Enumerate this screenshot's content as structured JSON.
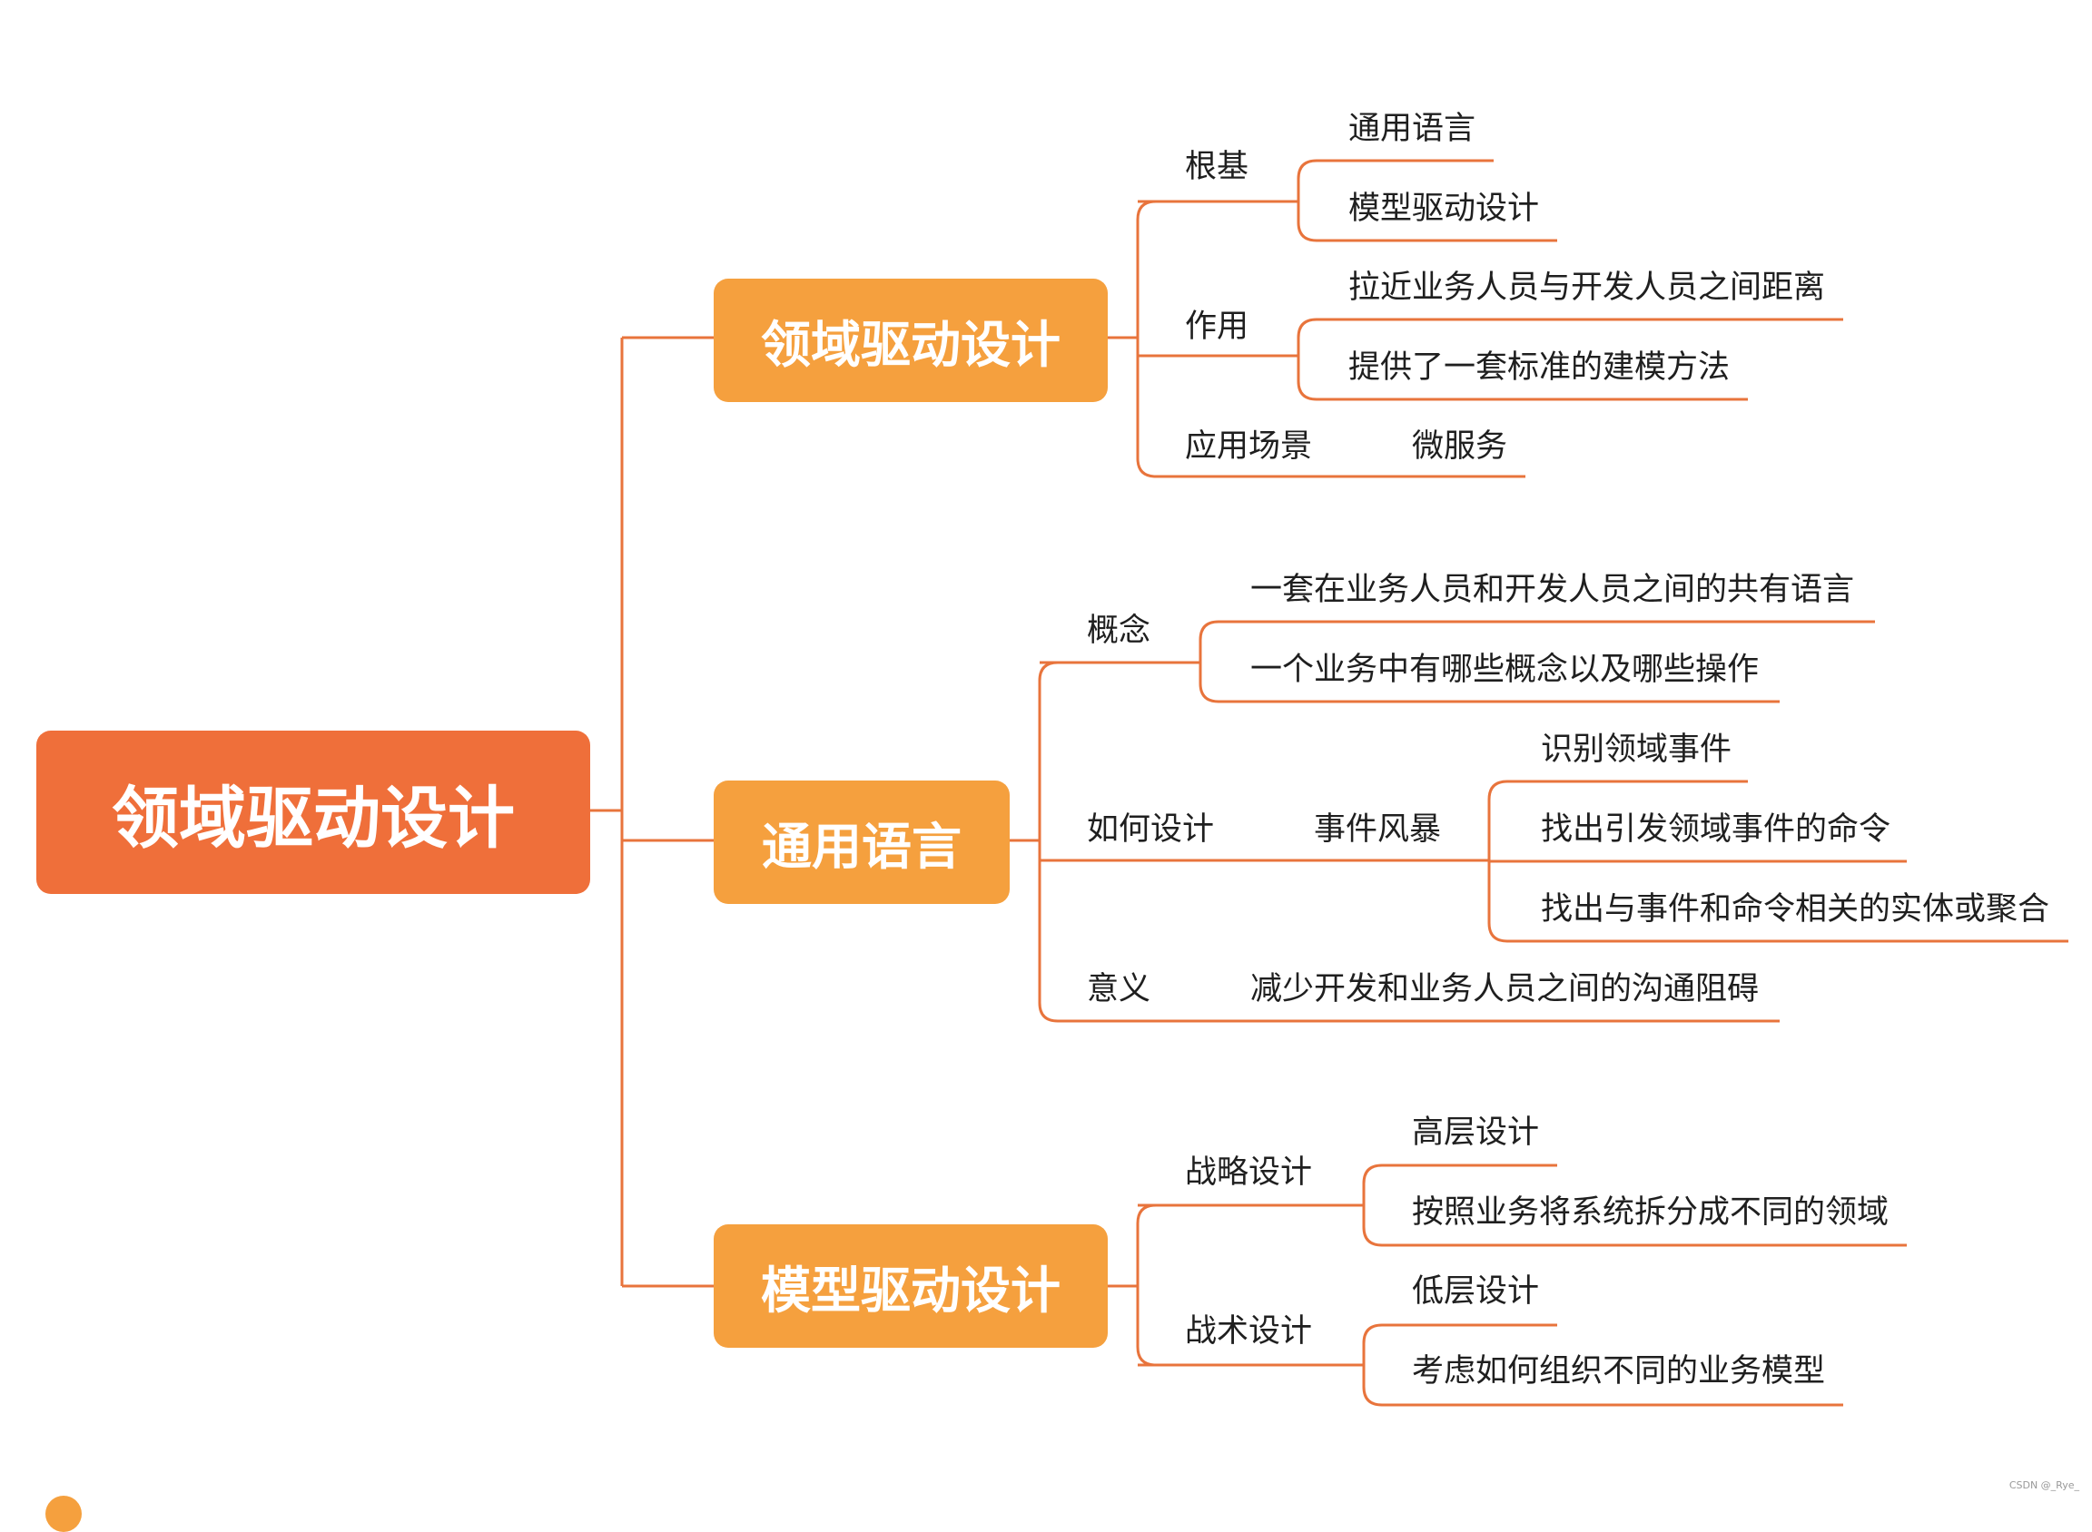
{
  "colors": {
    "root": "#EF6F3A",
    "branch": "#F5A03E",
    "line": "#E8743C",
    "text": "#1f1f1f"
  },
  "root": {
    "label": "领域驱动设计"
  },
  "branches": [
    {
      "label": "领域驱动设计",
      "children": [
        {
          "label": "根基",
          "children": [
            "通用语言",
            "模型驱动设计"
          ]
        },
        {
          "label": "作用",
          "children": [
            "拉近业务人员与开发人员之间距离",
            "提供了一套标准的建模方法"
          ]
        },
        {
          "label": "应用场景",
          "children": [
            "微服务"
          ]
        }
      ]
    },
    {
      "label": "通用语言",
      "children": [
        {
          "label": "概念",
          "children": [
            "一套在业务人员和开发人员之间的共有语言",
            "一个业务中有哪些概念以及哪些操作"
          ]
        },
        {
          "label": "如何设计",
          "sub": {
            "label": "事件风暴",
            "children": [
              "识别领域事件",
              "找出引发领域事件的命令",
              "找出与事件和命令相关的实体或聚合"
            ]
          }
        },
        {
          "label": "意义",
          "children": [
            "减少开发和业务人员之间的沟通阻碍"
          ]
        }
      ]
    },
    {
      "label": "模型驱动设计",
      "children": [
        {
          "label": "战略设计",
          "children": [
            "高层设计",
            "按照业务将系统拆分成不同的领域"
          ]
        },
        {
          "label": "战术设计",
          "children": [
            "低层设计",
            "考虑如何组织不同的业务模型"
          ]
        }
      ]
    }
  ],
  "watermark": "CSDN @_Rye_"
}
